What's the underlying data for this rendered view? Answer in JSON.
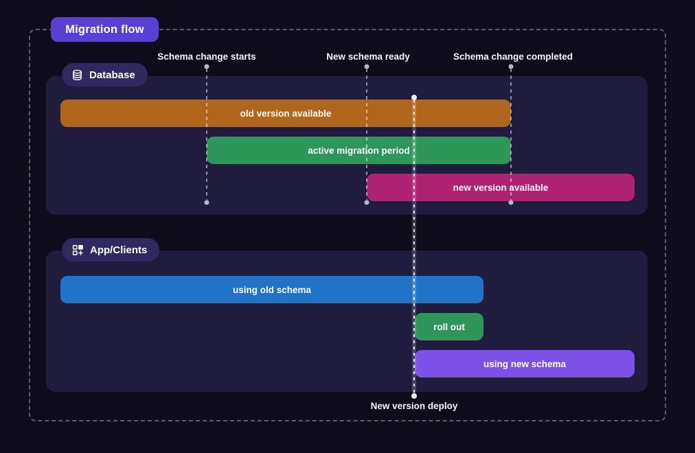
{
  "title": "Migration flow",
  "markers": {
    "schema_change_starts": "Schema change starts",
    "new_schema_ready": "New schema ready",
    "schema_change_completed": "Schema change completed",
    "new_version_deploy": "New version deploy"
  },
  "sections": [
    {
      "label": "Database",
      "icon": "database-icon",
      "bars": [
        {
          "label": "old version available",
          "color": "#b0671d",
          "from": "start",
          "to": "schema_change_completed"
        },
        {
          "label": "active migration period",
          "color": "#2f9659",
          "from": "schema_change_starts",
          "to": "schema_change_completed"
        },
        {
          "label": "new version available",
          "color": "#ad2372",
          "from": "new_schema_ready",
          "to": "end"
        }
      ]
    },
    {
      "label": "App/Clients",
      "icon": "apps-plus-icon",
      "bars": [
        {
          "label": "using old schema",
          "color": "#2173c8",
          "from": "start",
          "to": "new_version_deploy"
        },
        {
          "label": "roll out",
          "color": "#2f9659",
          "from": "new_version_deploy",
          "to": "new_version_deploy"
        },
        {
          "label": "using new schema",
          "color": "#7b51e8",
          "from": "new_version_deploy",
          "to": "end"
        }
      ]
    }
  ],
  "colors": {
    "background": "#0e0c1b",
    "panel": "#201c3e",
    "title_badge": "#5a40d2",
    "section_badge": "#2e2a5f",
    "bar_orange": "#b0671d",
    "bar_green": "#2f9659",
    "bar_magenta": "#ad2372",
    "bar_blue": "#2173c8",
    "bar_purple": "#7b51e8"
  }
}
